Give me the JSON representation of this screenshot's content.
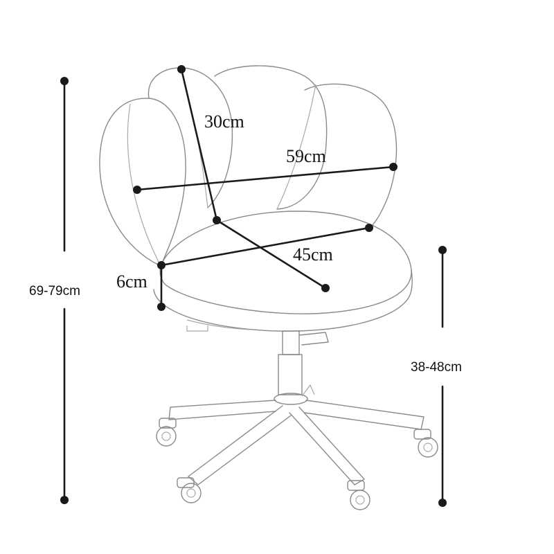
{
  "figure": {
    "dimensions": {
      "back_depth": "30cm",
      "back_width": "59cm",
      "seat_width": "45cm",
      "seat_thickness": "6cm",
      "total_height": "69-79cm",
      "seat_height": "38-48cm"
    }
  }
}
